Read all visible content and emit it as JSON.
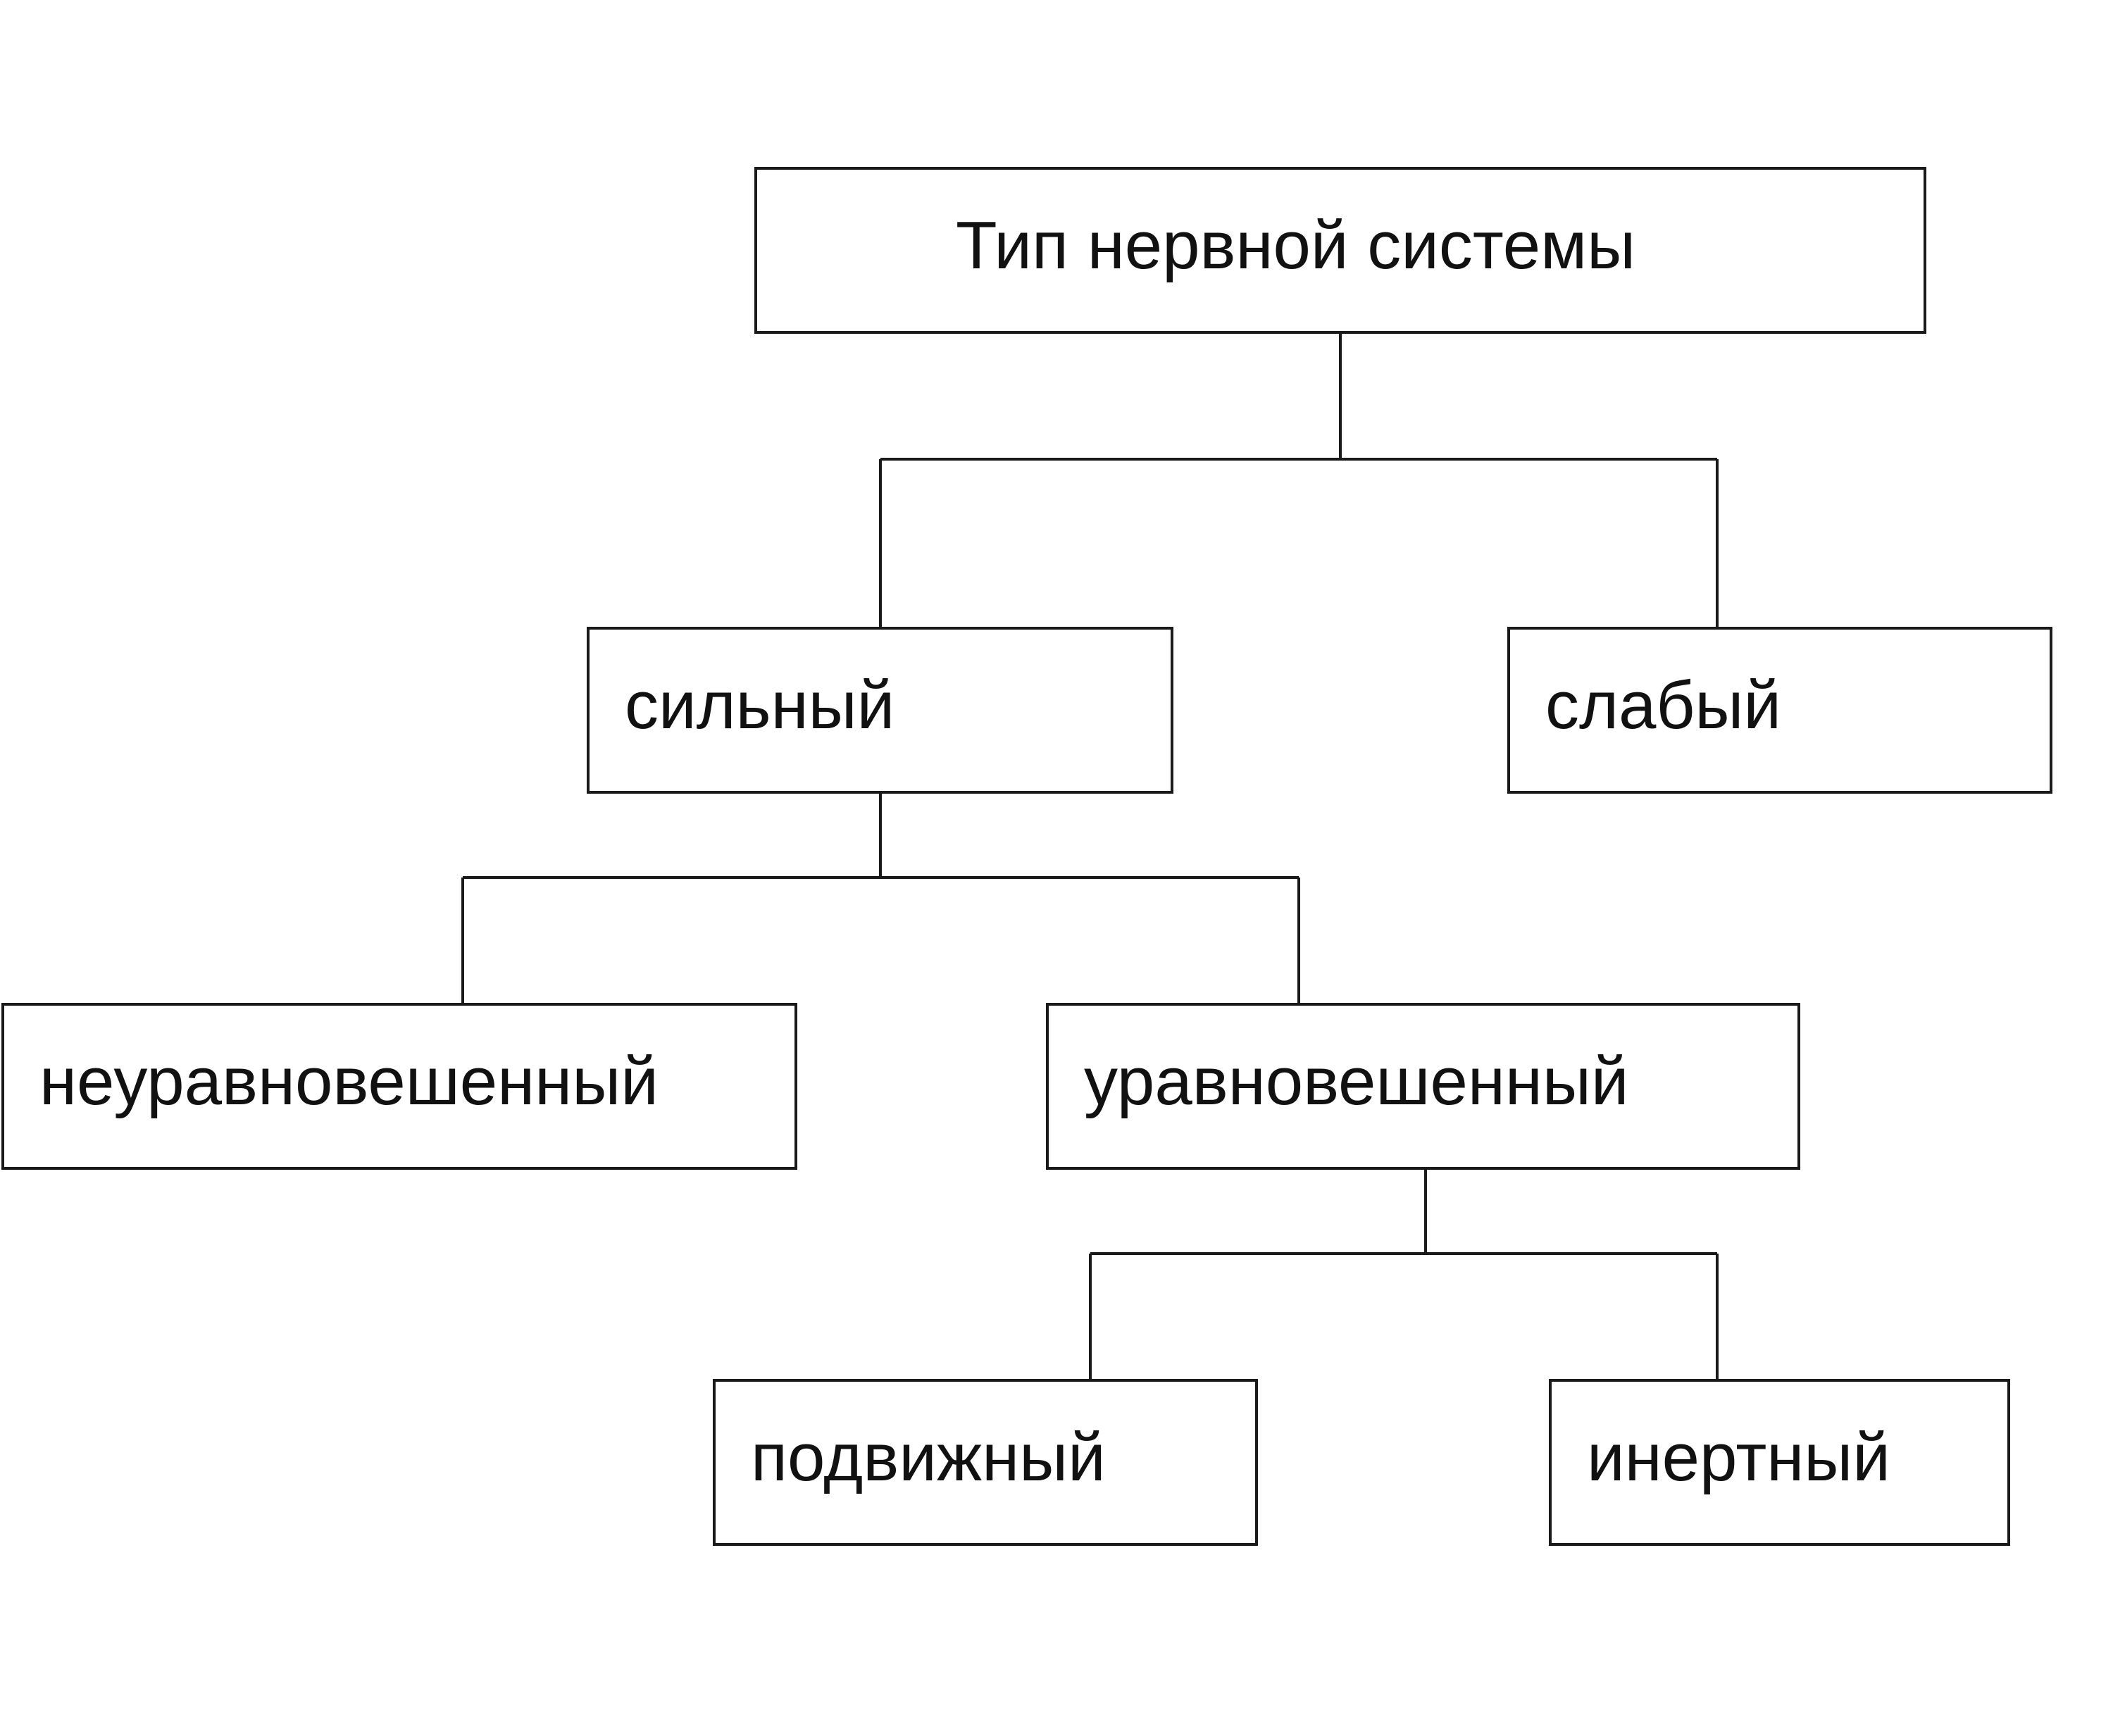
{
  "diagram": {
    "root": "Тип нервной системы",
    "strong": "сильный",
    "weak": "слабый",
    "unbalanced": "неуравновешенный",
    "balanced": "уравновешенный",
    "mobile": "подвижный",
    "inert": "инертный"
  },
  "colors": {
    "line": "#1a1a1a",
    "background": "#ffffff",
    "text": "#111111"
  }
}
